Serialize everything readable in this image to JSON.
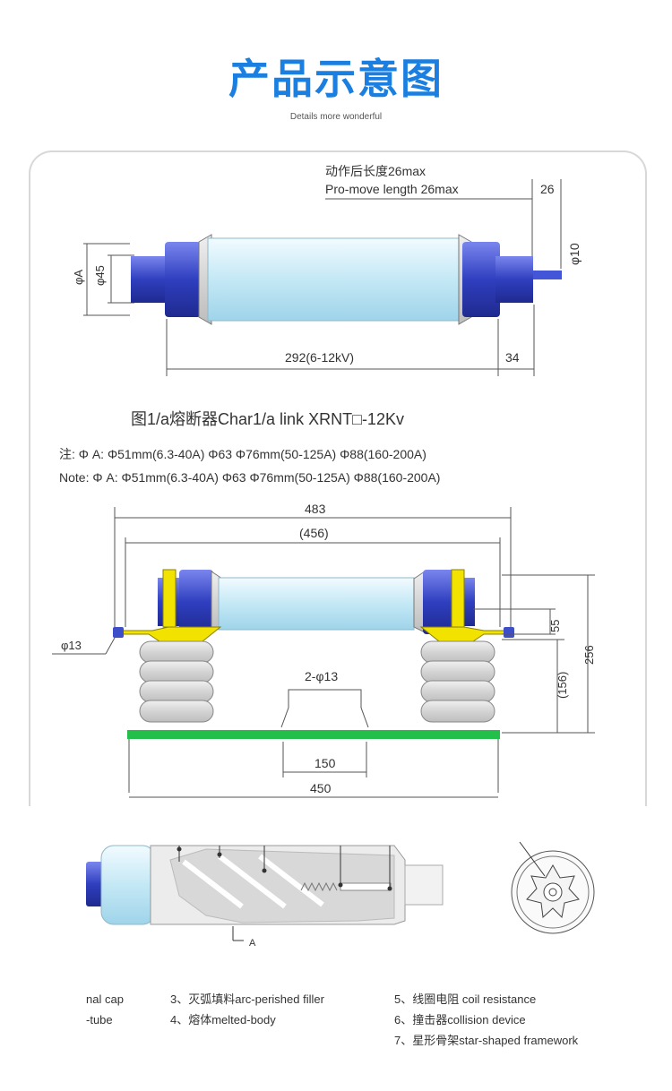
{
  "header": {
    "title": "产品示意图",
    "subtitle": "Details more wonderful"
  },
  "fig1": {
    "note_cn": "动作后长度26max",
    "note_en": "Pro-move length 26max",
    "dim_26": "26",
    "dim_phi10": "φ10",
    "dim_phiA": "φA",
    "dim_phi45": "φ45",
    "dim_292": "292(6-12kV)",
    "dim_34": "34",
    "caption": "图1/a熔断器Char1/a link XRNT□-12Kv",
    "note_line_cn": "注: Φ A: Φ51mm(6.3-40A) Φ63 Φ76mm(50-125A) Φ88(160-200A)",
    "note_line_en": "Note: Φ A: Φ51mm(6.3-40A) Φ63 Φ76mm(50-125A) Φ88(160-200A)"
  },
  "fig2": {
    "dim_483": "483",
    "dim_456": "(456)",
    "dim_phi13": "φ13",
    "dim_55": "55",
    "dim_256": "256",
    "dim_156": "(156)",
    "dim_2phi13": "2-φ13",
    "dim_150": "150",
    "dim_450": "450"
  },
  "fig3": {
    "section_label": "A"
  },
  "legend": {
    "col1": [
      "nal cap",
      "-tube"
    ],
    "col2": [
      "3、灭弧填料arc-perished filler",
      "4、熔体melted-body"
    ],
    "col3": [
      "5、线圈电阻 coil resistance",
      "6、撞击器collision device",
      "7、星形骨架star-shaped framework"
    ]
  },
  "colors": {
    "title_blue": "#1a7fe0",
    "cap_blue": "#3d4fc8",
    "tube_light": "#cfeaf5",
    "bracket_yellow": "#f2e200",
    "base_green": "#22c04a"
  }
}
